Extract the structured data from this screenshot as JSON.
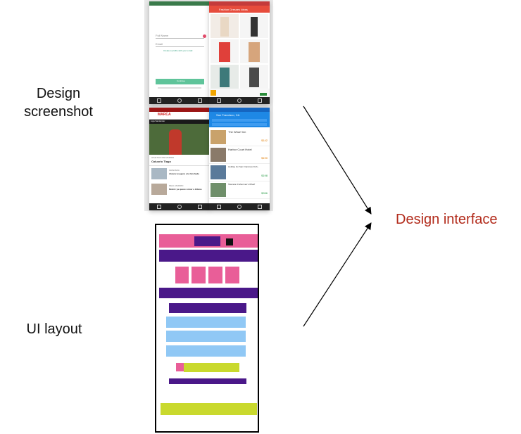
{
  "labels": {
    "design_screenshot_line1": "Design",
    "design_screenshot_line2": "screenshot",
    "ui_layout": "UI layout",
    "design_interface": "Design interface"
  },
  "screenshots": {
    "form_app": {
      "field1": "Full Name",
      "field2": "Email",
      "link": "Create a profile with your email",
      "button": "Continue"
    },
    "fashion_app": {
      "title": "Fashion Dresses Ideas"
    },
    "news_app": {
      "brand": "MARCA",
      "section": "Liga Santander",
      "headline_kicker": "ATLETICO DE MADRID",
      "headline": "Caluorio Tiago",
      "item1_kicker": "GRANADA",
      "item1_title": "Alcaraz asegura a la hinchada",
      "item2_kicker": "REAL MADRID",
      "item2_title": "Modric ya quiere volver a Zidane"
    },
    "hotel_app": {
      "location": "San Francisco, CA",
      "hotels": [
        {
          "name": "The Wharf Inn",
          "price": "$142"
        },
        {
          "name": "Harbor Court Hotel",
          "price": "$190"
        },
        {
          "name": "Holiday Inn San Francisco Fish...",
          "price": "$198"
        },
        {
          "name": "Sheraton Fisherman's Wharf",
          "price": "$286"
        }
      ]
    }
  },
  "colors": {
    "pink": "#e95e98",
    "purple": "#4a1889",
    "light_blue": "#90c8f5",
    "lime": "#c9d92e",
    "arrow": "#000000",
    "interface_text": "#b22a1a"
  }
}
